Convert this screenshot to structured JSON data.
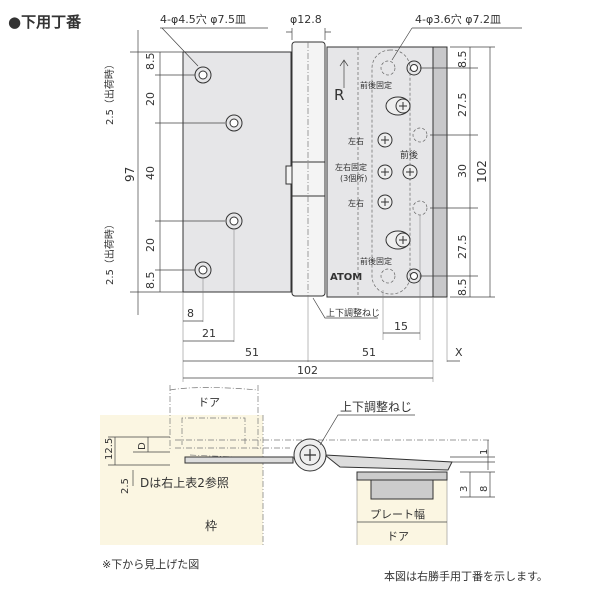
{
  "title": "●下用丁番",
  "colors": {
    "leaf": "#e6e6e8",
    "strip": "#c8c8ca",
    "frame": "#fbf6e2",
    "line": "#333333"
  },
  "front_view": {
    "left_hole_note": "4-φ4.5穴 φ7.5皿",
    "pin_diameter": "φ12.8",
    "right_hole_note": "4-φ3.6穴 φ7.2皿",
    "direction_label": "R",
    "left_vertical_dims": [
      "8.5",
      "20",
      "40",
      "20",
      "8.5"
    ],
    "left_total": "97",
    "shipping_offset_top": "2.5（出荷時）",
    "shipping_offset_bottom": "2.5（出荷時）",
    "right_vertical_dims": [
      "8.5",
      "27.5",
      "30",
      "27.5",
      "8.5"
    ],
    "right_total": "102",
    "bottom_dims": {
      "d8": "8",
      "d21": "21",
      "d51_left": "51",
      "d51_right": "51",
      "d15": "15",
      "x": "X",
      "d102": "102"
    },
    "screw_labels": {
      "fb_fix_top": "前後固定",
      "lr_top": "左右",
      "fb": "前後",
      "lr_fix": "左右固定",
      "lr_fix_count": "(3個所)",
      "lr_bottom": "左右",
      "fb_fix_bottom": "前後固定"
    },
    "adjust_screw": "上下調整ねじ",
    "logo": "ATOM"
  },
  "section_view": {
    "door_top": "ドア",
    "adjust_screw": "上下調整ねじ",
    "dim_12_5": "12.5",
    "dim_d": "D",
    "dim_2_5": "2.5",
    "note_d": "Dは右上表2参照",
    "frame": "枠",
    "dim_1": "1",
    "dim_3": "3",
    "dim_8": "8",
    "plate_width": "プレート幅",
    "door_bottom": "ドア"
  },
  "footnote_left": "※下から見上げた図",
  "footnote_right": "本図は右勝手用丁番を示します。"
}
